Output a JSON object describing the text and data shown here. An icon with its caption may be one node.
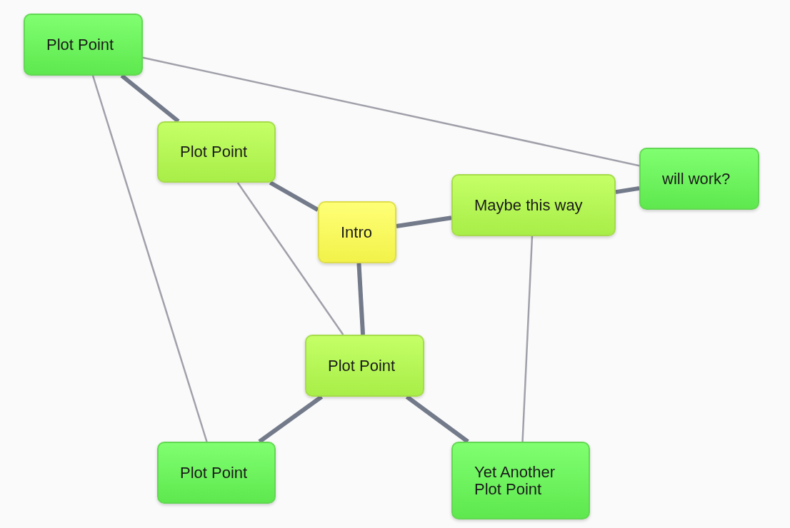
{
  "diagram": {
    "nodes": [
      {
        "text": [
          "Plot Point"
        ]
      },
      {
        "text": [
          "Plot Point"
        ]
      },
      {
        "text": [
          "Intro"
        ]
      },
      {
        "text": [
          "Maybe this way"
        ]
      },
      {
        "text": [
          "will work?"
        ]
      },
      {
        "text": [
          "Plot Point"
        ]
      },
      {
        "text": [
          "Plot Point"
        ]
      },
      {
        "text": [
          "Yet Another Plot Point"
        ]
      }
    ],
    "edges": [
      {
        "from": 0,
        "to": 1,
        "arrow": "none"
      },
      {
        "from": 0,
        "to": 4,
        "arrow": "none",
        "color": "#a0a0aa"
      },
      {
        "from": 0,
        "to": 6,
        "arrow": "none",
        "color": "#a0a0aa"
      },
      {
        "from": 1,
        "to": 2,
        "arrow": "none"
      },
      {
        "from": 1,
        "to": 5,
        "arrow": "none",
        "color": "#a0a0aa"
      },
      {
        "from": 2,
        "to": 3,
        "arrow": "none"
      },
      {
        "from": 3,
        "to": 4,
        "arrow": "none"
      },
      {
        "from": 2,
        "to": 5,
        "arrow": "none"
      },
      {
        "from": 3,
        "to": 7,
        "arrow": "none",
        "color": "#a0a0aa"
      },
      {
        "from": 5,
        "to": 6,
        "arrow": "none"
      },
      {
        "from": 5,
        "to": 7,
        "arrow": "none"
      }
    ]
  }
}
